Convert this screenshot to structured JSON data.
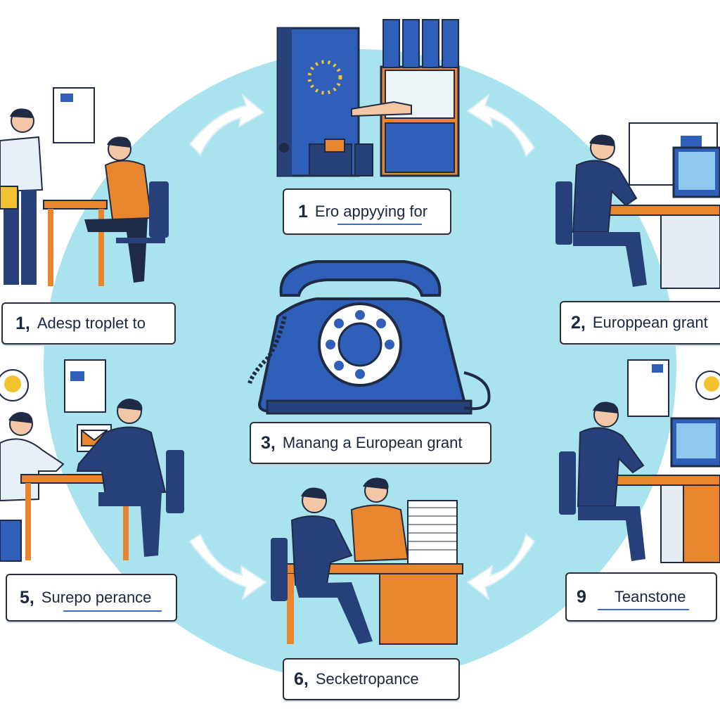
{
  "steps": [
    {
      "num": "1",
      "text": "Ero appyying for"
    },
    {
      "num": "1,",
      "text": "Adesp troplet to"
    },
    {
      "num": "2,",
      "text": "Europpean grant"
    },
    {
      "num": "3,",
      "text": "Manang a European grant"
    },
    {
      "num": "5,",
      "text": "Surepo perance"
    },
    {
      "num": "9",
      "text": "Teanstone"
    },
    {
      "num": "6,",
      "text": "Secketropance"
    }
  ],
  "colors": {
    "circle": "#a9e3ee",
    "blue": "#2f5fb8",
    "navy": "#27407a",
    "orange": "#e9852f",
    "outline": "#1f2b44"
  }
}
